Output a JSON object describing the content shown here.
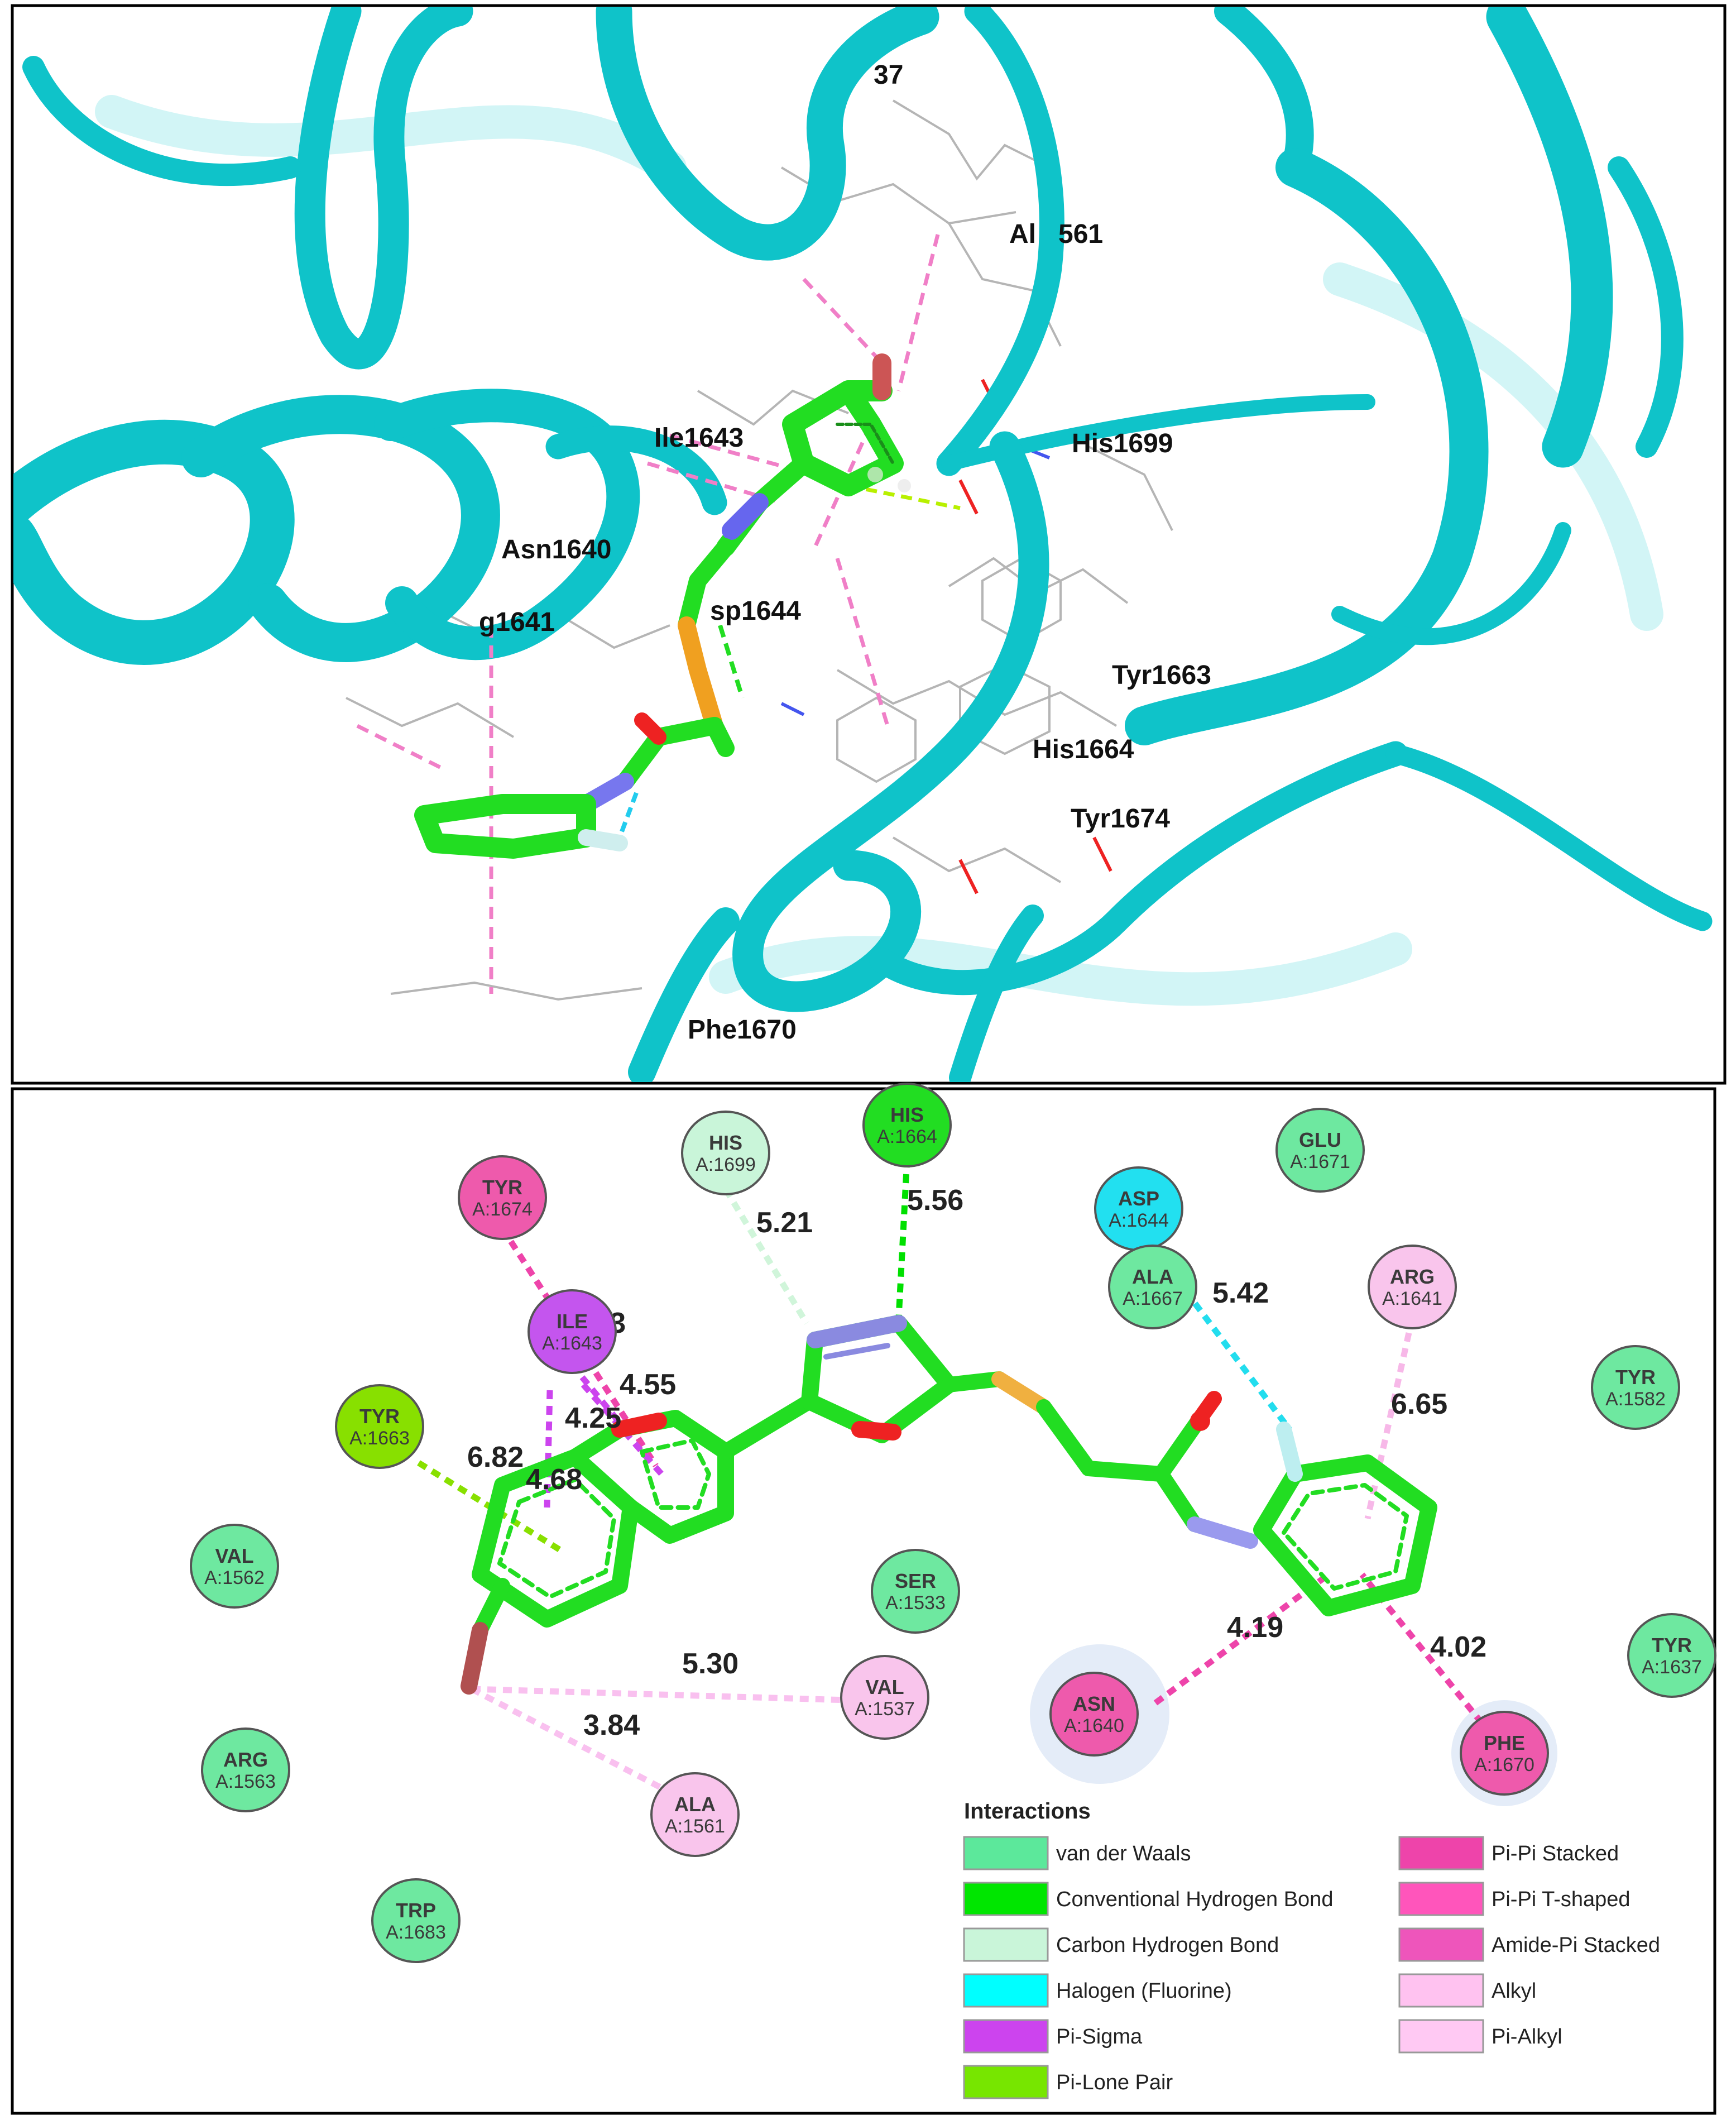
{
  "top_panel": {
    "residue_labels": [
      {
        "id": "r37",
        "text": "37"
      },
      {
        "id": "r1561",
        "text": "Al   561"
      },
      {
        "id": "r1643",
        "text": "Ile1643"
      },
      {
        "id": "r1699",
        "text": "His1699"
      },
      {
        "id": "r1640",
        "text": "Asn1640"
      },
      {
        "id": "r1641",
        "text": "g1641"
      },
      {
        "id": "r1644",
        "text": "sp1644"
      },
      {
        "id": "r1663",
        "text": "Tyr1663"
      },
      {
        "id": "r1664",
        "text": "His1664"
      },
      {
        "id": "r1674",
        "text": "Tyr1674"
      },
      {
        "id": "r1670",
        "text": "Phe1670"
      }
    ]
  },
  "bottom_panel": {
    "residues": [
      {
        "name": "HIS",
        "id": "A:1699",
        "type": "carbon_h"
      },
      {
        "name": "HIS",
        "id": "A:1664",
        "type": "hbond"
      },
      {
        "name": "GLU",
        "id": "A:1671",
        "type": "vdw"
      },
      {
        "name": "TYR",
        "id": "A:1674",
        "type": "pipi"
      },
      {
        "name": "ASP",
        "id": "A:1644",
        "type": "halogen"
      },
      {
        "name": "ALA",
        "id": "A:1667",
        "type": "vdw"
      },
      {
        "name": "ARG",
        "id": "A:1641",
        "type": "alkyl"
      },
      {
        "name": "ILE",
        "id": "A:1643",
        "type": "pisigma"
      },
      {
        "name": "TYR",
        "id": "A:1582",
        "type": "vdw"
      },
      {
        "name": "TYR",
        "id": "A:1663",
        "type": "lonepair"
      },
      {
        "name": "VAL",
        "id": "A:1562",
        "type": "vdw"
      },
      {
        "name": "SER",
        "id": "A:1533",
        "type": "vdw"
      },
      {
        "name": "VAL",
        "id": "A:1537",
        "type": "alkyl"
      },
      {
        "name": "ASN",
        "id": "A:1640",
        "type": "pipi"
      },
      {
        "name": "TYR",
        "id": "A:1637",
        "type": "vdw"
      },
      {
        "name": "PHE",
        "id": "A:1670",
        "type": "pipi"
      },
      {
        "name": "ARG",
        "id": "A:1563",
        "type": "vdw"
      },
      {
        "name": "ALA",
        "id": "A:1561",
        "type": "alkyl"
      },
      {
        "name": "TRP",
        "id": "A:1683",
        "type": "vdw"
      }
    ],
    "distances": [
      "5.21",
      "5.56",
      "5.42",
      "2.73",
      "4.55",
      "4.25",
      "6.82",
      "4.68",
      "6.65",
      "5.30",
      "3.84",
      "4.19",
      "4.02"
    ],
    "legend": {
      "title": "Interactions",
      "items": [
        {
          "label": "van der Waals",
          "color": "#5ce89b"
        },
        {
          "label": "Conventional Hydrogen Bond",
          "color": "#00e600"
        },
        {
          "label": "Carbon Hydrogen Bond",
          "color": "#c9f5d9"
        },
        {
          "label": "Halogen (Fluorine)",
          "color": "#00ffff"
        },
        {
          "label": "Pi-Sigma",
          "color": "#cc44ee"
        },
        {
          "label": "Pi-Lone Pair",
          "color": "#77e600"
        },
        {
          "label": "Pi-Pi Stacked",
          "color": "#ee44aa"
        },
        {
          "label": "Pi-Pi T-shaped",
          "color": "#ff55bb"
        },
        {
          "label": "Amide-Pi Stacked",
          "color": "#ee55bb"
        },
        {
          "label": "Alkyl",
          "color": "#ffc2f0"
        },
        {
          "label": "Pi-Alkyl",
          "color": "#ffc9f3"
        }
      ]
    },
    "type_colors": {
      "vdw": "#6ee8a0",
      "hbond": "#22dd22",
      "carbon_h": "#c9f5d9",
      "halogen": "#22e0f0",
      "pisigma": "#c455ee",
      "lonepair": "#88e000",
      "pipi": "#ee5aac",
      "alkyl": "#f9c5ec"
    }
  }
}
